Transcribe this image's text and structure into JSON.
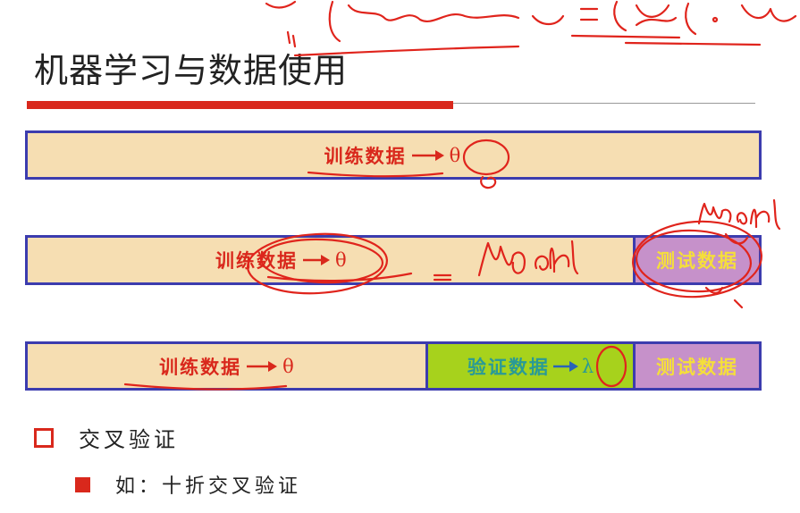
{
  "slide": {
    "title": "机器学习与数据使用"
  },
  "rows": {
    "row1": {
      "train_label": "训练数据",
      "param": "θ"
    },
    "row2": {
      "train_label": "训练数据",
      "param": "θ",
      "test_label": "测试数据"
    },
    "row3": {
      "train_label": "训练数据",
      "param": "θ",
      "val_label": "验证数据",
      "val_param": "λ",
      "test_label": "测试数据"
    }
  },
  "bullets": {
    "item1": "交叉验证",
    "item2": "如：十折交叉验证"
  },
  "colors": {
    "accent_red": "#d9281c",
    "border_blue": "#3c3cae",
    "train_fill": "#f6deb2",
    "val_fill": "#a7d21c",
    "test_fill": "#c691ca"
  }
}
